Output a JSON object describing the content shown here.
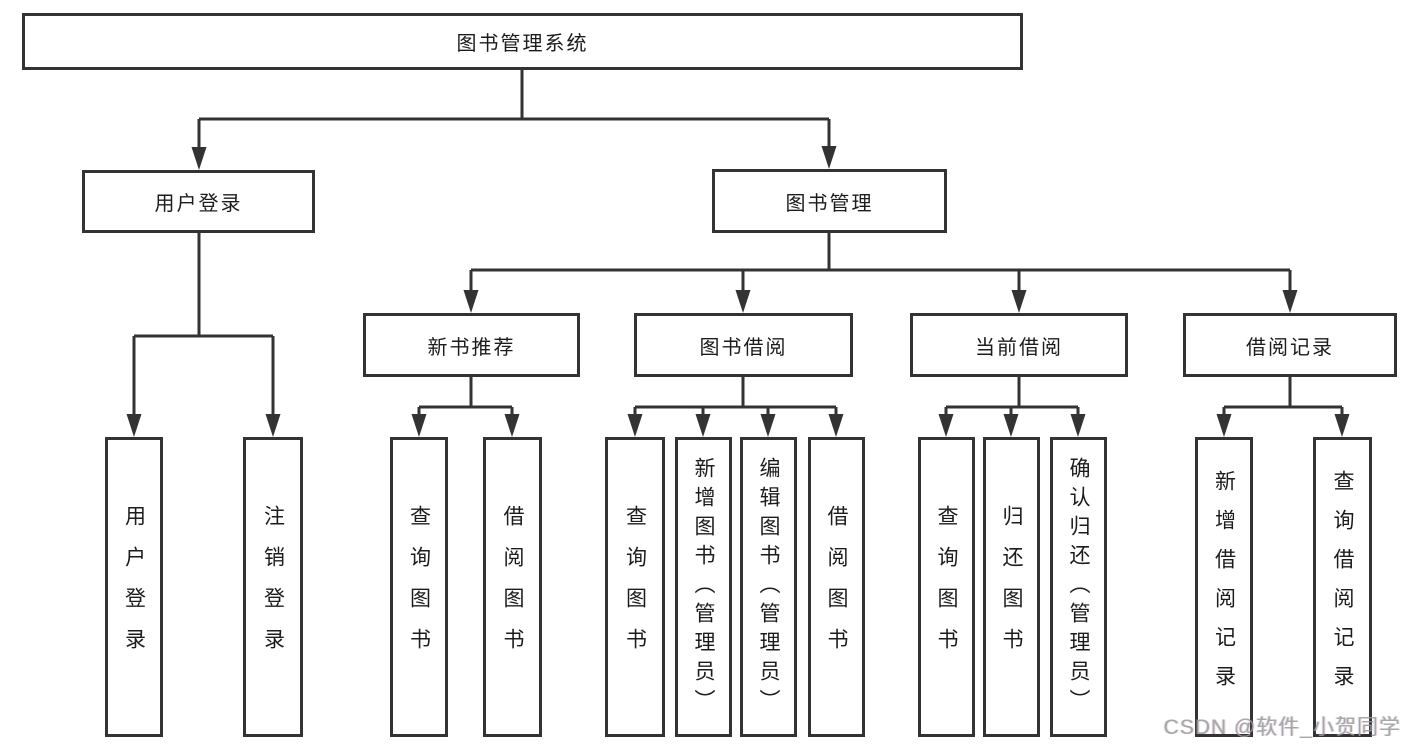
{
  "diagram": {
    "root": "图书管理系统",
    "level2": {
      "user_login": "用户登录",
      "book_mgmt": "图书管理"
    },
    "level3": {
      "new_book": "新书推荐",
      "borrow": "图书借阅",
      "current": "当前借阅",
      "records": "借阅记录"
    },
    "leaves": {
      "user_login": "用户登录",
      "logout": "注销登录",
      "rec_search": "查询图书",
      "rec_borrow": "借阅图书",
      "bor_search": "查询图书",
      "bor_add": "新增图书（管理员）",
      "bor_edit": "编辑图书（管理员）",
      "bor_borrow": "借阅图书",
      "cur_search": "查询图书",
      "cur_return": "归还图书",
      "cur_confirm": "确认归还（管理员）",
      "rec_add": "新增借阅记录",
      "rec_query": "查询借阅记录"
    }
  },
  "watermark": "CSDN @软件_小贺同学",
  "colors": {
    "line": "#333333",
    "border": "#333333",
    "text": "#1c1c1c",
    "background": "#ffffff",
    "watermark": "#9c9c9c"
  }
}
